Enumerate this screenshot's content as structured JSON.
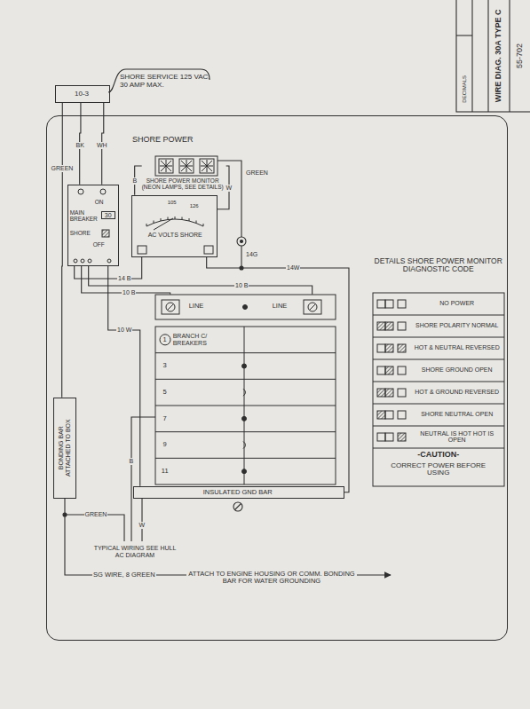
{
  "diagram": {
    "nodes": [
      {
        "text": [
          "10-3",
          "SHORE SERVICE 125 VAC. 30 AMP MAX."
        ]
      },
      {
        "text": [
          "SHORE POWER"
        ]
      },
      {
        "text": [
          "ON",
          "MAIN BREAKER",
          "30",
          "SHORE",
          "OFF"
        ],
        "in": 1
      },
      {
        "text": [
          "SHORE POWER MONITOR (NEON LAMPS, SEE DETAILS)"
        ],
        "in": 1
      },
      {
        "text": [
          "105",
          "126",
          "AC VOLTS SHORE"
        ],
        "in": 1
      },
      {
        "text": [
          "LINE",
          "LINE",
          "1",
          "BRANCH C/ BREAKERS",
          "3",
          "5",
          "7",
          "9",
          "11"
        ],
        "in": 1
      },
      {
        "text": [
          "INSULATED GND BAR"
        ],
        "in": 1
      },
      {
        "text": [
          "BONDING BAR ATTACHED TO BOX"
        ],
        "in": 1
      },
      {
        "text": [
          "DETAILS SHORE POWER MONITOR DIAGNOSTIC CODE",
          "NO POWER",
          "SHORE POLARITY NORMAL",
          "HOT & NEUTRAL REVERSED",
          "SHORE GROUND OPEN",
          "HOT & GROUND REVERSED",
          "SHORE NEUTRAL OPEN",
          "NEUTRAL IS HOT HOT IS OPEN",
          "-CAUTION-",
          "CORRECT POWER BEFORE USING"
        ],
        "in": 1
      }
    ],
    "edges": [
      {
        "from": 0,
        "to": 2,
        "label": "BK",
        "arrow": "none"
      },
      {
        "from": 0,
        "to": 2,
        "label": "WH",
        "arrow": "none"
      },
      {
        "from": 0,
        "to": 7,
        "label": "GREEN",
        "arrow": "none"
      },
      {
        "from": 2,
        "to": 5,
        "label": "10 B",
        "arrow": "none"
      },
      {
        "from": 2,
        "to": 4,
        "label": "14 B",
        "arrow": "none"
      },
      {
        "from": 2,
        "to": 5,
        "label": "10 B",
        "arrow": "none"
      },
      {
        "from": 2,
        "to": 6,
        "label": "10 W",
        "arrow": "none"
      },
      {
        "from": 4,
        "to": 6,
        "label": "14W",
        "arrow": "none"
      },
      {
        "from": 3,
        "to": 4,
        "label": "B",
        "arrow": "none"
      },
      {
        "from": 3,
        "to": 4,
        "label": "W",
        "arrow": "none"
      }
    ],
    "labels": [
      "DECIMALS",
      "WIRE DIAG. 30A TYPE C",
      "55-702",
      "GREEN",
      "14G",
      "B",
      "GREEN",
      "W",
      "TYPICAL WIRING SEE HULL AC DIAGRAM",
      "SG WIRE, 8 GREEN",
      "ATTACH TO ENGINE HOUSING OR COMM. BONDING BAR FOR WATER GROUNDING"
    ]
  }
}
